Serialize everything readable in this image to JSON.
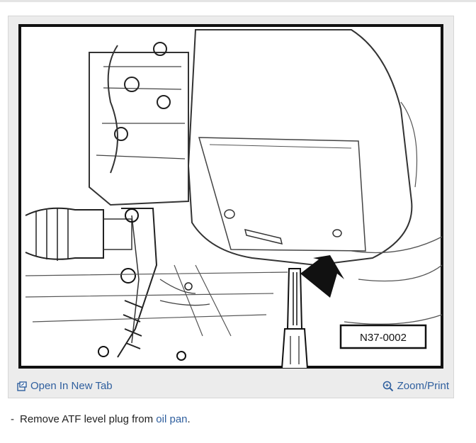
{
  "figure": {
    "figure_code": "N37-0002",
    "toolbar": {
      "open_tab_label": "Open In New Tab",
      "zoom_print_label": "Zoom/Print"
    }
  },
  "caption": {
    "dash": "-",
    "text_before": "Remove ATF level plug from ",
    "link_text": "oil pan",
    "text_after": "."
  },
  "colors": {
    "link": "#2f5f9e",
    "card_background": "#ececec"
  },
  "icons": [
    "open-in-new-tab-icon",
    "zoom-magnifier-icon"
  ]
}
